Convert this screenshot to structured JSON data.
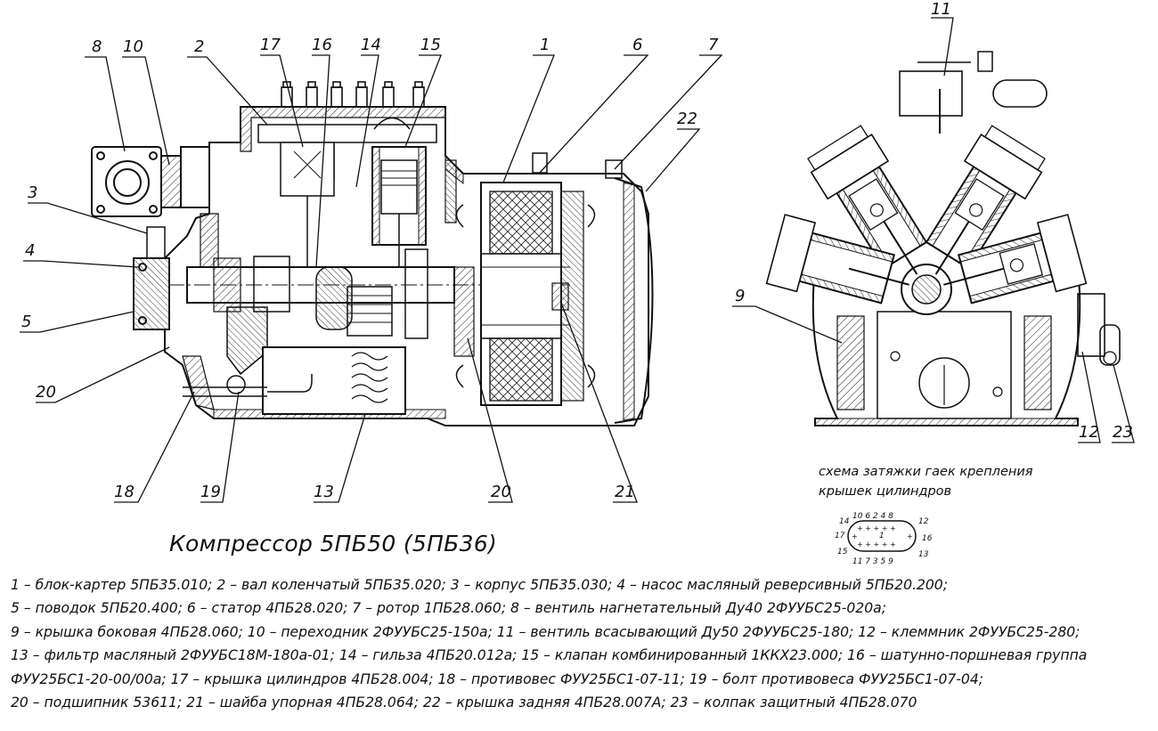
{
  "title": "Компрессор 5ПБ50 (5ПБ36)",
  "scheme_caption": [
    "схема затяжки гаек крепления",
    "крышек цилиндров"
  ],
  "scheme_numbers": {
    "top": "10 6 2 4 8",
    "bottom": "11 7 3 5 9",
    "left_top": "14",
    "left_mid": "17",
    "left_bottom": "15",
    "right_top": "12",
    "right_mid": "16",
    "right_bottom": "13",
    "center": "1"
  },
  "callouts": {
    "c1": "1",
    "c2": "2",
    "c3": "3",
    "c4": "4",
    "c5": "5",
    "c6": "6",
    "c7": "7",
    "c8": "8",
    "c9": "9",
    "c10": "10",
    "c11": "11",
    "c12": "12",
    "c13": "13",
    "c14": "14",
    "c15": "15",
    "c16": "16",
    "c17": "17",
    "c18": "18",
    "c19": "19",
    "c20a": "20",
    "c20b": "20",
    "c21": "21",
    "c22": "22",
    "c23": "23"
  },
  "legend": [
    "1 – блок-картер 5ПБ35.010; 2 – вал коленчатый 5ПБ35.020; 3 – корпус 5ПБ35.030; 4 – насос масляный реверсивный 5ПБ20.200;",
    "5 – поводок 5ПБ20.400; 6 – статор 4ПБ28.020; 7 – ротор 1ПБ28.060; 8 – вентиль нагнетательный Ду40 2ФУУБС25-020а;",
    "9 – крышка боковая 4ПБ28.060; 10 – переходник 2ФУУБС25-150а; 11 – вентиль всасывающий Ду50 2ФУУБС25-180; 12 – клеммник 2ФУУБС25-280;",
    "13 – фильтр масляный 2ФУУБС18М-180а-01; 14 – гильза 4ПБ20.012а; 15 – клапан комбинированный 1ККХ23.000; 16 – шатунно-поршневая группа",
    "ФУУ25БС1-20-00/00а; 17 – крышка цилиндров 4ПБ28.004; 18 – противовес ФУУ25БС1-07-11; 19 – болт противовеса ФУУ25БС1-07-04;",
    "20 – подшипник 53611; 21 – шайба упорная 4ПБ28.064; 22 – крышка задняя 4ПБ28.007А; 23 – колпак защитный 4ПБ28.070"
  ]
}
